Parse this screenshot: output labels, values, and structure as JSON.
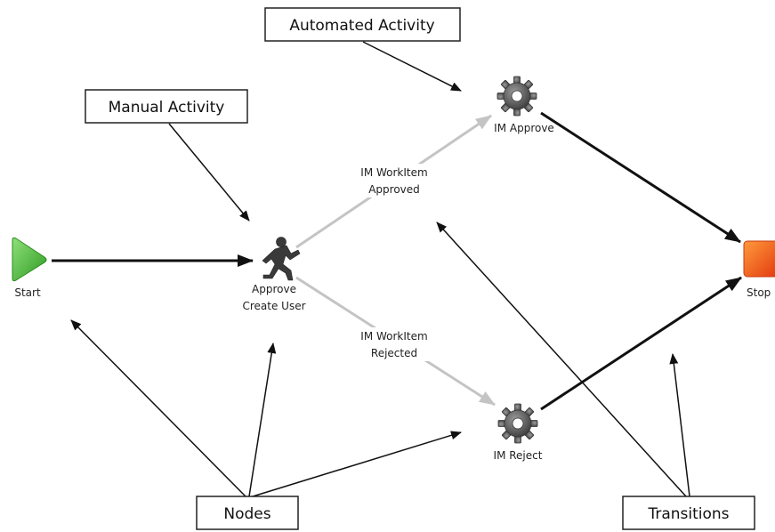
{
  "callouts": {
    "automated_activity": "Automated Activity",
    "manual_activity": "Manual Activity",
    "nodes": "Nodes",
    "transitions": "Transitions"
  },
  "nodes": {
    "start": "Start",
    "approve_line1": "Approve",
    "approve_line2": "Create User",
    "im_approve": "IM Approve",
    "im_reject": "IM Reject",
    "stop": "Stop"
  },
  "transitions": {
    "approved_line1": "IM WorkItem",
    "approved_line2": "Approved",
    "rejected_line1": "IM WorkItem",
    "rejected_line2": "Rejected"
  },
  "colors": {
    "start": "#3cae2c",
    "stop": "#f05a14",
    "gear": "#555555",
    "transition_active": "#111111",
    "transition_grey": "#c4c4c4"
  },
  "icons": {
    "start": "play-triangle-icon",
    "manual": "running-person-icon",
    "automated": "gear-icon",
    "stop": "stop-square-icon"
  }
}
